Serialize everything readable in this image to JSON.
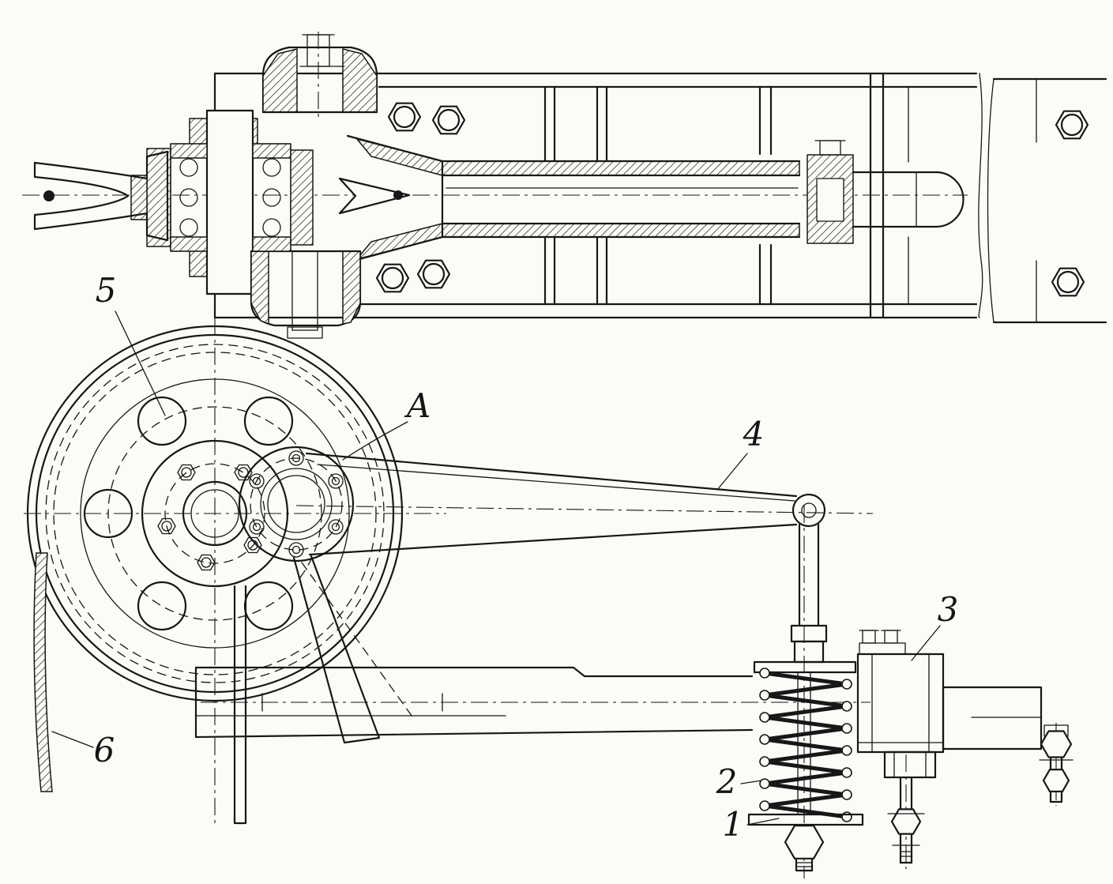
{
  "figure": {
    "ink_color": "#171717",
    "paper_color": "#fcfbf7"
  },
  "labels": [
    {
      "id": "5",
      "text": "5"
    },
    {
      "id": "A",
      "text": "A"
    },
    {
      "id": "4",
      "text": "4"
    },
    {
      "id": "3",
      "text": "3"
    },
    {
      "id": "2",
      "text": "2"
    },
    {
      "id": "1",
      "text": "1"
    },
    {
      "id": "6",
      "text": "6"
    }
  ]
}
